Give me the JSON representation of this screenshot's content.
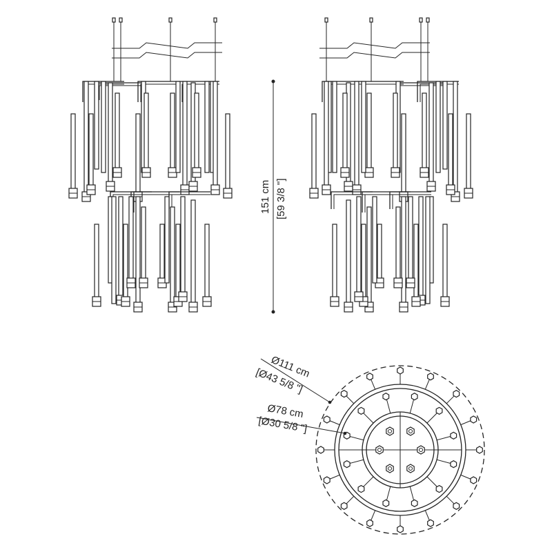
{
  "height_dimension": {
    "metric": "151 cm",
    "imperial": "[59 3/8 \"]"
  },
  "outer_diameter": {
    "metric": "Ø111 cm",
    "imperial": "[Ø43 5/8 \"]"
  },
  "inner_diameter": {
    "metric": "Ø78 cm",
    "imperial": "[Ø30 5/8 \"]"
  },
  "colors": {
    "line": "#222222",
    "background": "#ffffff"
  }
}
